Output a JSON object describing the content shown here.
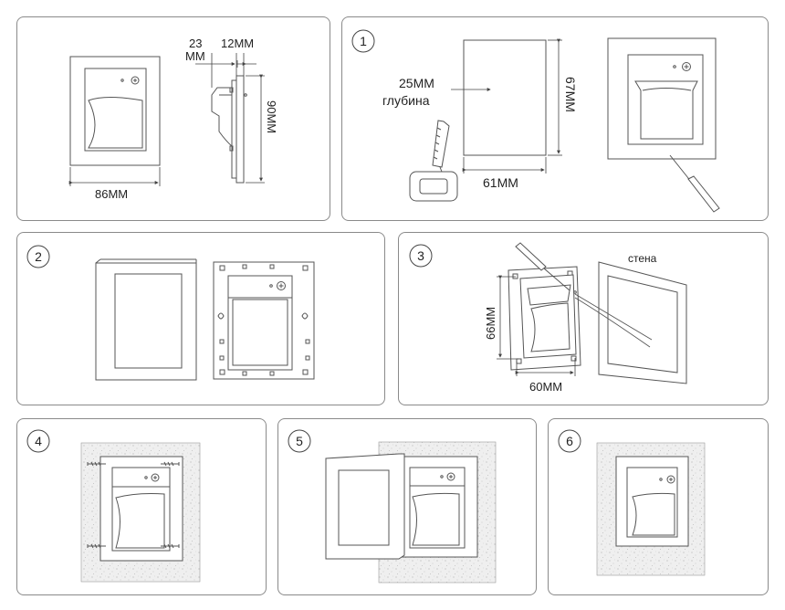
{
  "panel0": {
    "dim_depth_left": "23",
    "dim_depth_left_unit": "MM",
    "dim_depth_right": "12MM",
    "dim_height": "90MM",
    "dim_width": "86MM"
  },
  "panel1": {
    "step": "1",
    "depth_value": "25MM",
    "depth_word": "глубина",
    "hole_height": "67MM",
    "hole_width": "61MM"
  },
  "panel2": {
    "step": "2"
  },
  "panel3": {
    "step": "3",
    "wall_label": "стена",
    "box_height": "66MM",
    "box_width": "60MM"
  },
  "panel4": {
    "step": "4"
  },
  "panel5": {
    "step": "5"
  },
  "panel6": {
    "step": "6"
  },
  "colors": {
    "line": "#555555",
    "border": "#8a8a8a",
    "wall": "#efefef"
  }
}
